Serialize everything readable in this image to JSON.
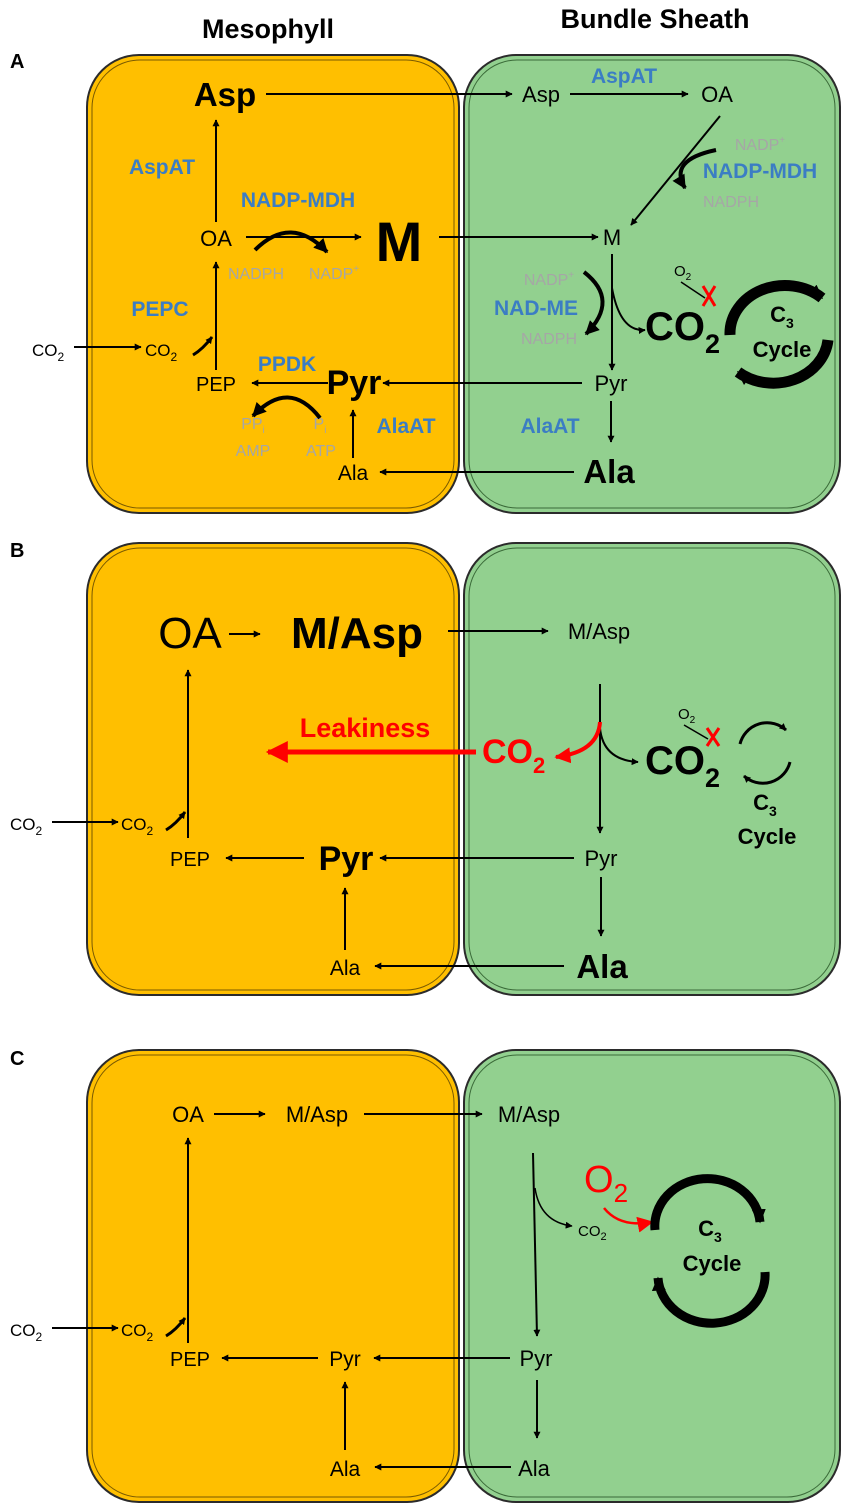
{
  "headers": {
    "mesophyll": "Mesophyll",
    "bundle_sheath": "Bundle Sheath"
  },
  "colors": {
    "mesophyll": "#ffbf00",
    "bundle_sheath": "#92d08f",
    "enzyme": "#3b7dc4",
    "cofactor": "#a6a6a6",
    "highlight": "#ff0000"
  },
  "panelA": {
    "letter": "A",
    "metabolites": {
      "asp_m": "Asp",
      "oa_m": "OA",
      "m_m": "M",
      "pep": "PEP",
      "pyr_m": "Pyr",
      "ala_m": "Ala",
      "asp_b": "Asp",
      "oa_b": "OA",
      "m_b": "M",
      "pyr_b": "Pyr",
      "ala_b": "Ala"
    },
    "enzymes": {
      "aspat_m": "AspAT",
      "nadp_mdh_m": "NADP-MDH",
      "pepc": "PEPC",
      "ppdk": "PPDK",
      "alaat_m": "AlaAT",
      "aspat_b": "AspAT",
      "nadp_mdh_b": "NADP-MDH",
      "nad_me": "NAD-ME",
      "alaat_b": "AlaAT"
    },
    "cofactors": {
      "nadph_m": "NADPH",
      "nadp_m": "NADP",
      "ppi": "PP",
      "amp": "AMP",
      "pi": "P",
      "atp": "ATP",
      "nadp_b1": "NADP",
      "nadph_b1": "NADPH",
      "nadp_b2": "NADP",
      "nadph_b2": "NADPH",
      "sub_i": "i",
      "plus": "+"
    },
    "co2_out": "CO",
    "co2_m": "CO",
    "co2_b": "CO",
    "o2": "O",
    "c3": "C",
    "cycle": "Cycle",
    "sub2": "2",
    "sub3": "3"
  },
  "panelB": {
    "letter": "B",
    "metabolites": {
      "oa": "OA",
      "masp_m": "M/Asp",
      "masp_b": "M/Asp",
      "pep": "PEP",
      "pyr_m": "Pyr",
      "ala_m": "Ala",
      "pyr_b": "Pyr",
      "ala_b": "Ala"
    },
    "leakiness": "Leakiness",
    "co2_out": "CO",
    "co2_m": "CO",
    "co2_red": "CO",
    "co2_b": "CO",
    "o2": "O",
    "c3": "C",
    "cycle": "Cycle",
    "sub2": "2",
    "sub3": "3"
  },
  "panelC": {
    "letter": "C",
    "metabolites": {
      "oa": "OA",
      "masp_m": "M/Asp",
      "masp_b": "M/Asp",
      "pep": "PEP",
      "pyr_m": "Pyr",
      "ala_m": "Ala",
      "pyr_b": "Pyr",
      "ala_b": "Ala"
    },
    "co2_out": "CO",
    "co2_m": "CO",
    "co2_b": "CO",
    "o2": "O",
    "c3": "C",
    "cycle": "Cycle",
    "sub2": "2",
    "sub3": "3"
  }
}
